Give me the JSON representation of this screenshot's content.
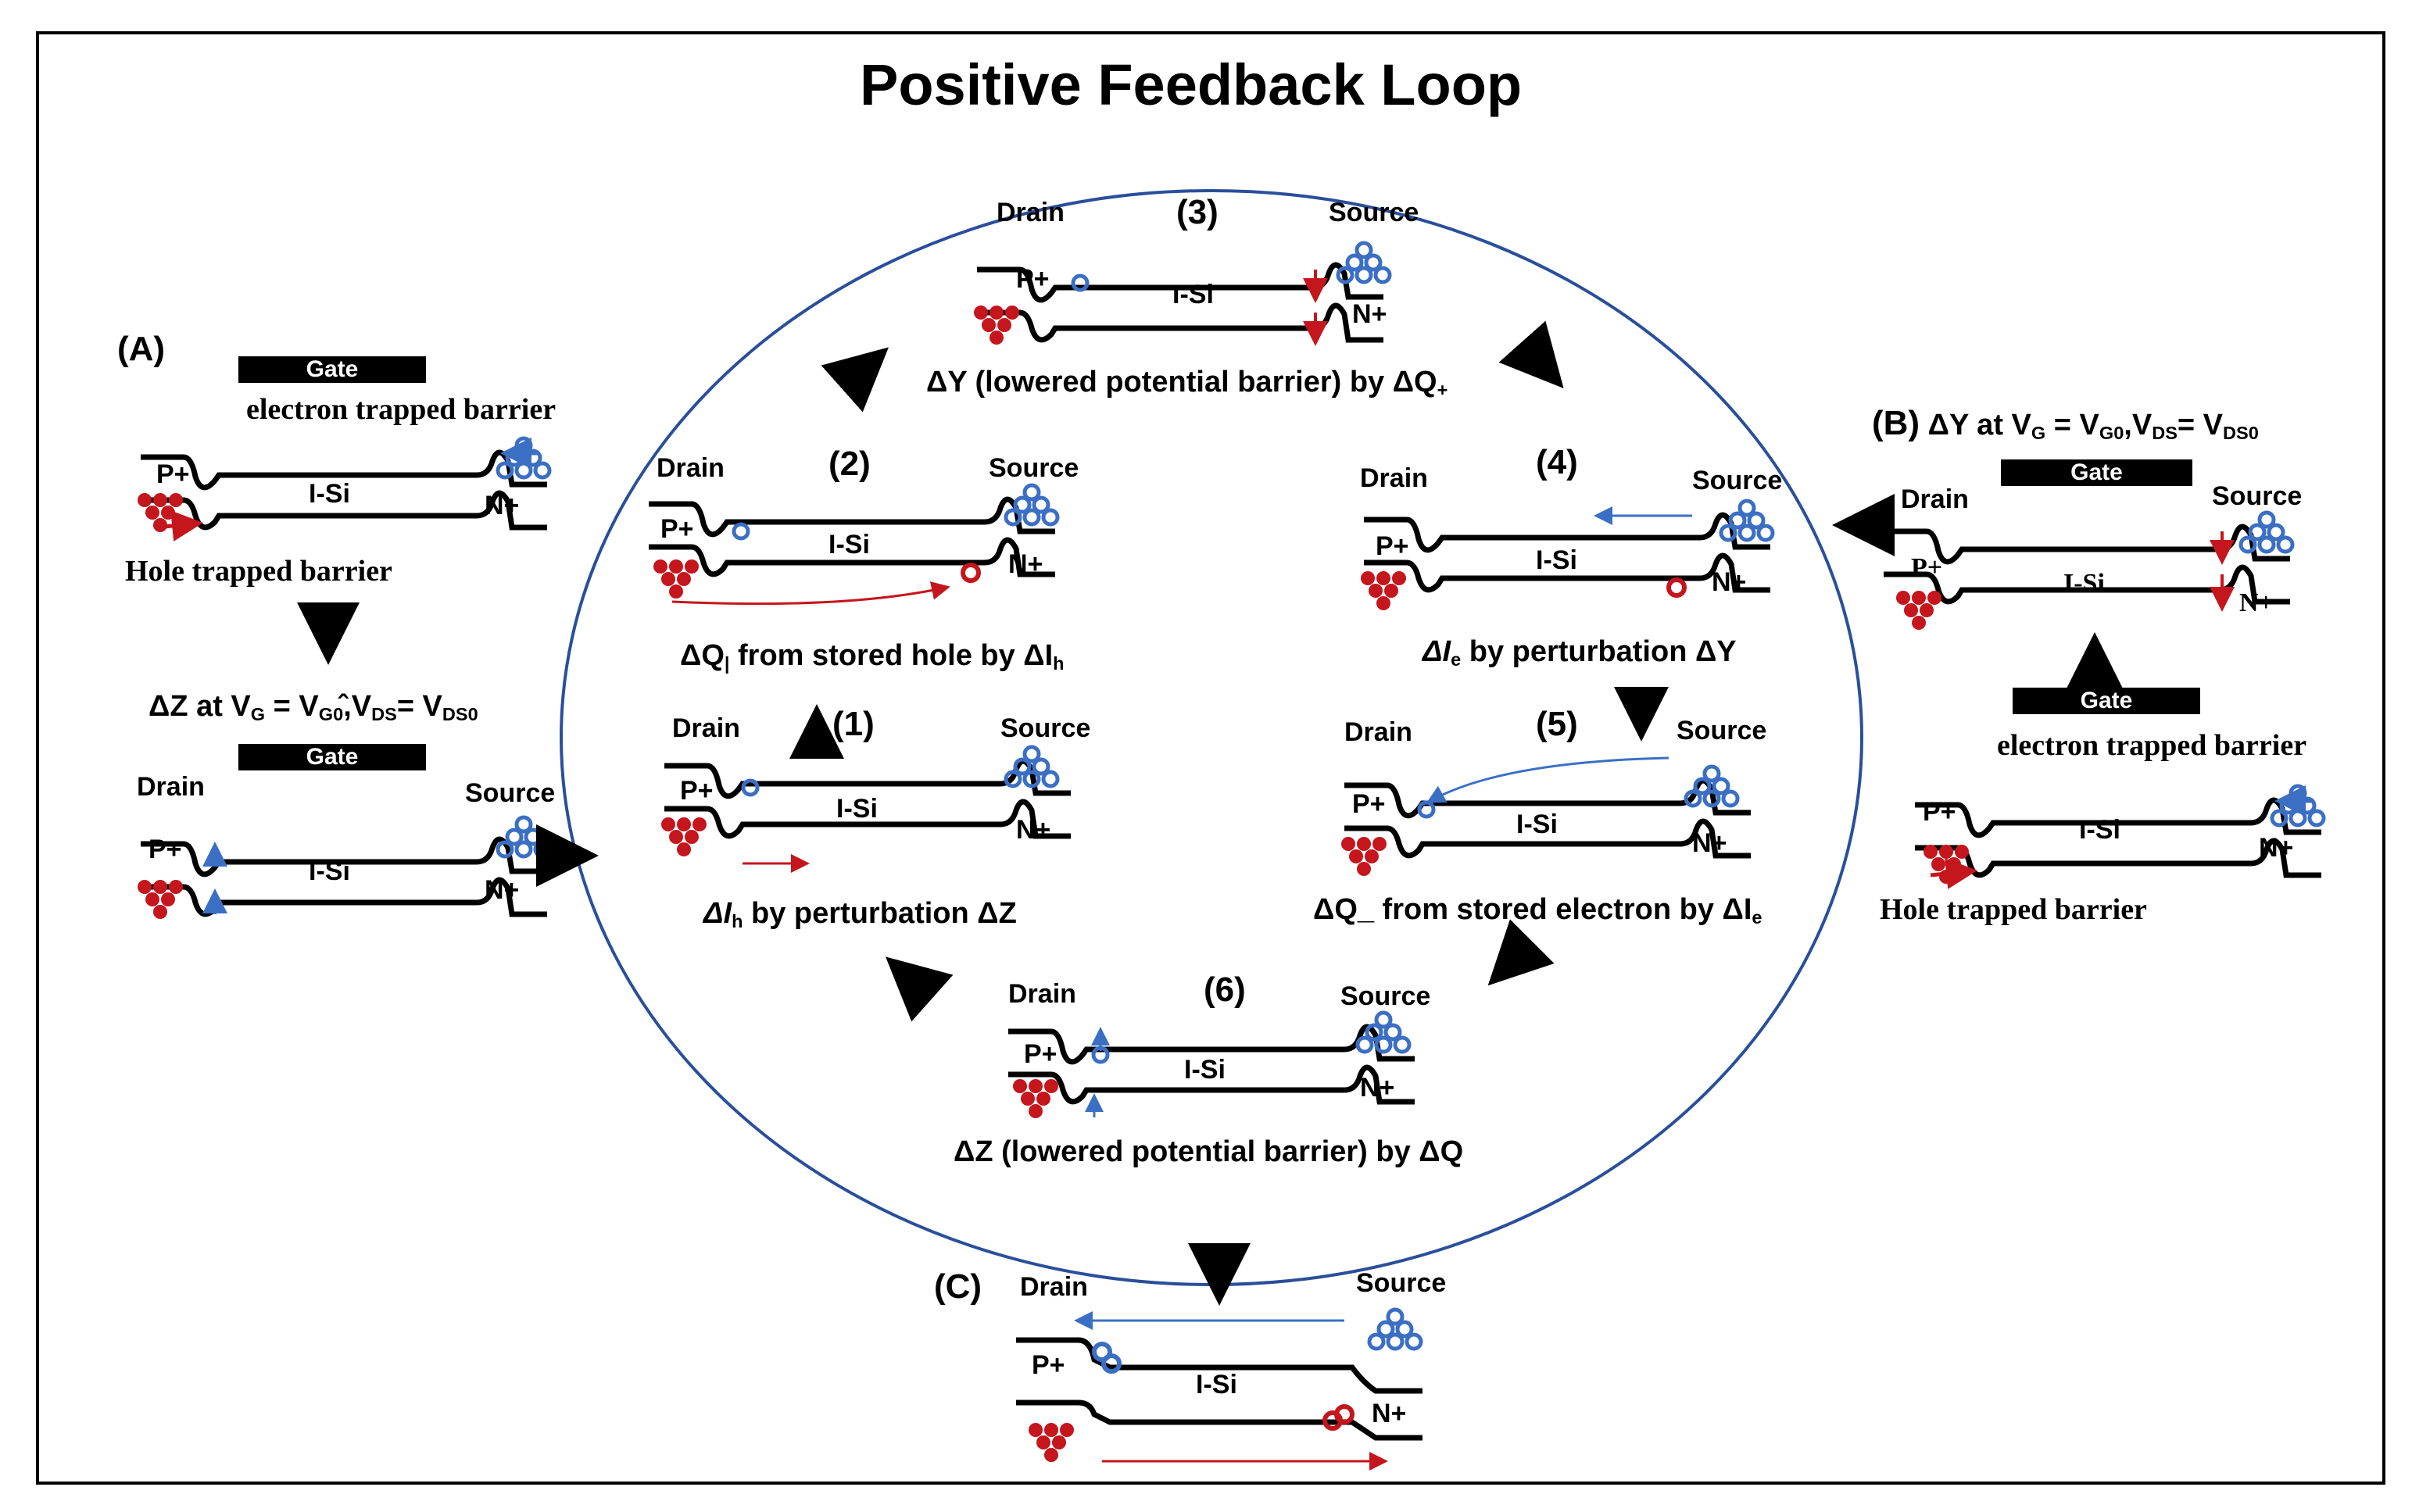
{
  "title": "Positive Feedback Loop",
  "labels": {
    "drain": "Drain",
    "source": "Source",
    "p_plus": "P+",
    "n_plus": "N+",
    "i_si": "I-Si",
    "gate": "Gate",
    "electron_trapped": "electron trapped barrier",
    "hole_trapped": "Hole trapped barrier"
  },
  "panel_a": {
    "letter": "(A)",
    "dz_prefix": "ΔZ at V",
    "dz_sub1": "G",
    "dz_mid1": " = V",
    "dz_sub2": "G0",
    "dz_mid2": "̂,V",
    "dz_sub3": "DS",
    "dz_mid3": "= V",
    "dz_sub4": "DS0"
  },
  "panel_b": {
    "letter": "(B)",
    "dy_prefix": "ΔY at V",
    "dy_sub1": "G",
    "dy_mid1": " = V",
    "dy_sub2": "G0",
    "dy_mid2": ",V",
    "dy_sub3": "DS",
    "dy_mid3": "= V",
    "dy_sub4": "DS0"
  },
  "panel_c": {
    "letter": "(C)"
  },
  "steps": [
    {
      "num": "(1)",
      "caption_a": "ΔI",
      "caption_sub": "h",
      "caption_b": " by perturbation ΔZ"
    },
    {
      "num": "(2)",
      "caption_a": "ΔQ",
      "caption_sub": "|",
      "caption_b": "  from stored hole by ΔI",
      "caption_sub2": "h"
    },
    {
      "num": "(3)",
      "caption_a": "ΔY (lowered potential barrier) by ΔQ",
      "caption_sub": "+"
    },
    {
      "num": "(4)",
      "caption_a": "ΔI",
      "caption_sub": "e",
      "caption_b": " by perturbation ΔY"
    },
    {
      "num": "(5)",
      "caption_a": "ΔQ_  from stored electron by ΔI",
      "caption_sub": "e"
    },
    {
      "num": "(6)",
      "caption_a": "ΔZ (lowered potential barrier) by ΔQ"
    }
  ],
  "colors": {
    "electron": "#3b6fc4",
    "hole": "#c4161c",
    "ellipse": "#2a4f9a",
    "line": "#000000"
  }
}
